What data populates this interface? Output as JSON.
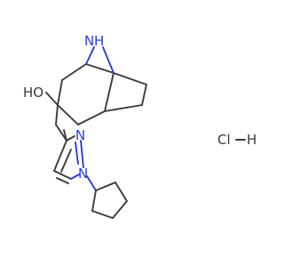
{
  "atoms": {
    "bridge_nitrogen": "N",
    "bridge_hydrogen": "H",
    "hydroxyl": "HO",
    "pyrazole_n2": "N",
    "pyrazole_n1": "N",
    "chloride": "Cl",
    "chloride_hydrogen": "H"
  },
  "colors": {
    "bond": "#3b3b3b",
    "nitrogen": "#2a3fd6",
    "background": "#ffffff"
  }
}
